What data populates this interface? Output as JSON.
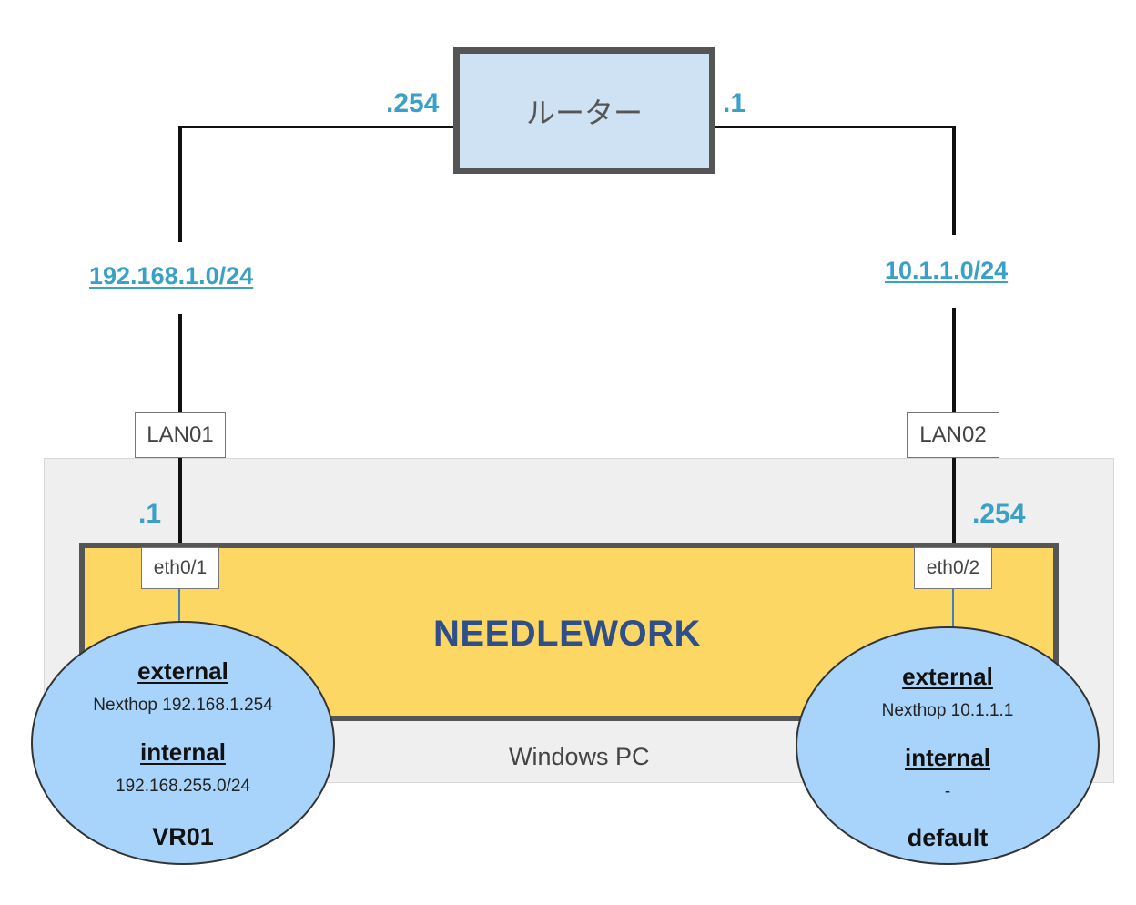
{
  "router": {
    "label": "ルーター",
    "left_ip": ".254",
    "right_ip": ".1"
  },
  "networks": {
    "left_subnet": "192.168.1.0/24",
    "right_subnet": "10.1.1.0/24"
  },
  "lans": {
    "left": "LAN01",
    "right": "LAN02"
  },
  "pc_ips": {
    "left": ".1",
    "right": ".254"
  },
  "ports": {
    "left": "eth0/1",
    "right": "eth0/2"
  },
  "needlework": {
    "title": "NEEDLEWORK"
  },
  "windows_pc": {
    "label": "Windows PC"
  },
  "vr_left": {
    "external_heading": "external",
    "external_value": "Nexthop 192.168.1.254",
    "internal_heading": "internal",
    "internal_value": "192.168.255.0/24",
    "name": "VR01"
  },
  "vr_right": {
    "external_heading": "external",
    "external_value": "Nexthop 10.1.1.1",
    "internal_heading": "internal",
    "internal_value": "-",
    "name": "default"
  },
  "colors": {
    "accent_text": "#3aa0c8",
    "router_fill": "#cfe2f3",
    "needlework_fill": "#fdd764",
    "needlework_title": "#2f4f8a",
    "vr_fill": "#a8d4fb",
    "windows_pc_fill": "#efefef"
  }
}
